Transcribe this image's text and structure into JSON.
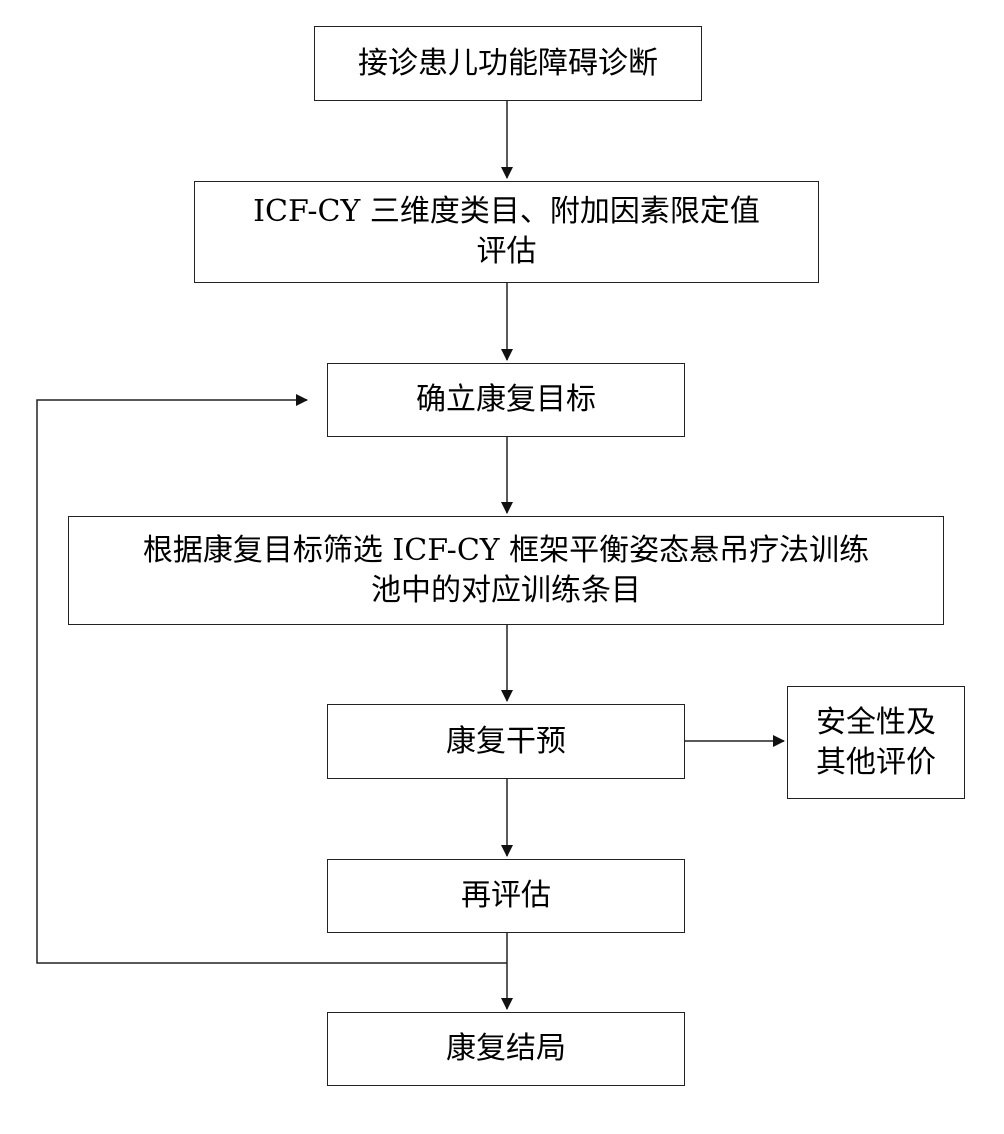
{
  "diagram": {
    "nodes": [
      {
        "id": "diagnosis",
        "lines": [
          "接诊患儿功能障碍诊断"
        ]
      },
      {
        "id": "assessment",
        "lines": [
          "ICF-CY 三维度类目、附加因素限定值",
          "评估"
        ]
      },
      {
        "id": "goal",
        "lines": [
          "确立康复目标"
        ]
      },
      {
        "id": "screening",
        "lines": [
          "根据康复目标筛选 ICF-CY 框架平衡姿态悬吊疗法训练",
          "池中的对应训练条目"
        ]
      },
      {
        "id": "intervention",
        "lines": [
          "康复干预"
        ]
      },
      {
        "id": "safety",
        "lines": [
          "安全性及",
          "其他评价"
        ]
      },
      {
        "id": "reassessment",
        "lines": [
          "再评估"
        ]
      },
      {
        "id": "outcome",
        "lines": [
          "康复结局"
        ]
      }
    ],
    "edges": [
      {
        "from": "diagnosis",
        "to": "assessment"
      },
      {
        "from": "assessment",
        "to": "goal"
      },
      {
        "from": "goal",
        "to": "screening"
      },
      {
        "from": "screening",
        "to": "intervention"
      },
      {
        "from": "intervention",
        "to": "safety"
      },
      {
        "from": "intervention",
        "to": "reassessment"
      },
      {
        "from": "reassessment",
        "to": "outcome"
      },
      {
        "from": "reassessment",
        "to": "goal",
        "route": "loop-left"
      }
    ]
  }
}
